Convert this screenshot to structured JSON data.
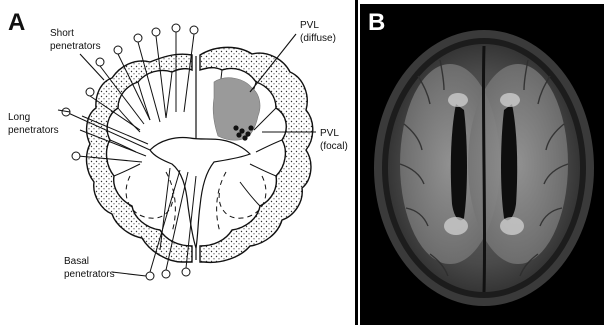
{
  "figure": {
    "panel_a": {
      "letter": "A",
      "labels": {
        "short_penetrators": [
          "Short",
          "penetrators"
        ],
        "long_penetrators": [
          "Long",
          "penetrators"
        ],
        "basal_penetrators": [
          "Basal",
          "penetrators"
        ],
        "pvl_diffuse": [
          "PVL",
          "(diffuse)"
        ],
        "pvl_focal": [
          "PVL",
          "(focal)"
        ]
      }
    },
    "panel_b": {
      "letter": "B"
    }
  },
  "colors": {
    "ink": "#111111",
    "pvl_diffuse_fill": "#9a9a9a",
    "mri_background": "#000000",
    "panel_b_letter": "#ffffff"
  }
}
